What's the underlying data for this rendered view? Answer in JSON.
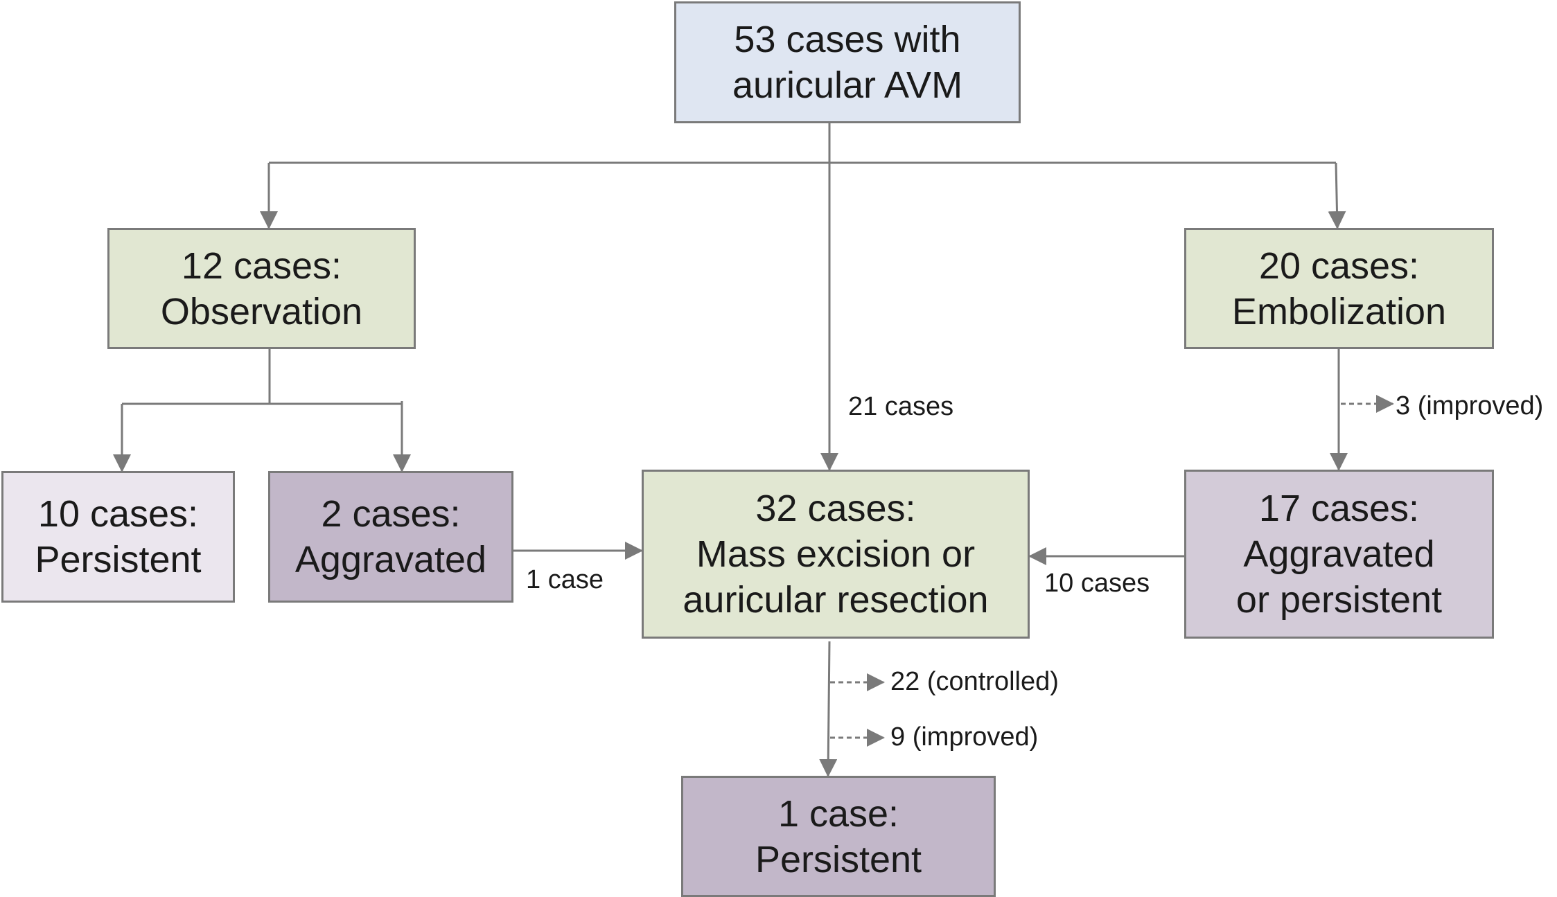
{
  "colors": {
    "blue_box": "#dfe6f2",
    "green_box": "#e1e7d2",
    "light_purple_box": "#ebe6ee",
    "purple_box": "#c2b7c9",
    "mid_purple_box": "#d3cbd8",
    "line": "#7a7a7a"
  },
  "nodes": {
    "root": {
      "lines": [
        "53 cases with",
        "auricular AVM"
      ]
    },
    "observation": {
      "lines": [
        "12 cases:",
        "Observation"
      ]
    },
    "embolization": {
      "lines": [
        "20 cases:",
        "Embolization"
      ]
    },
    "persistent10": {
      "lines": [
        "10 cases:",
        "Persistent"
      ]
    },
    "aggravated2": {
      "lines": [
        "2 cases:",
        "Aggravated"
      ]
    },
    "excision": {
      "lines": [
        "32 cases:",
        "Mass excision or",
        "auricular resection"
      ]
    },
    "aggpers17": {
      "lines": [
        "17 cases:",
        "Aggravated",
        "or persistent"
      ]
    },
    "persistent1": {
      "lines": [
        "1 case:",
        "Persistent"
      ]
    }
  },
  "edge_labels": {
    "to_excision_direct": "21 cases",
    "from_aggravated2": "1 case",
    "from_aggpers17": "10 cases",
    "embolization_improved": "3 (improved)",
    "excision_controlled": "22 (controlled)",
    "excision_improved": "9 (improved)"
  }
}
